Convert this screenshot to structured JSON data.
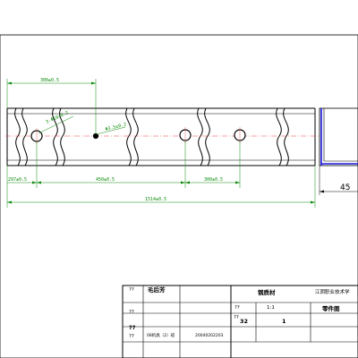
{
  "dimensions": {
    "d_top": "300±0.5",
    "d_dia1": "3-Φ10±0.2",
    "d_dia2": "Φ3.5±0.2",
    "d_left": "297±0.5",
    "d_mid": "450±0.5",
    "d_right": "300±0.5",
    "d_total": "1514±0.5",
    "d_side": "45"
  },
  "title_block": {
    "r1c1": "??",
    "designer": "毛后芳",
    "material": "钢质材",
    "school": "江阴职业技术学",
    "r2c1": "??",
    "r2c3": "??",
    "scale": "1:1",
    "part_drawing": "零件图",
    "r3c1": "??",
    "r3c3": "??",
    "r3c4": "32",
    "quantity": "1",
    "r4c1": "??",
    "class_name": "08机具（2）班",
    "student_id": "20040202203"
  },
  "colors": {
    "dimension": "#0a8a0a",
    "centerline": "#e04040",
    "hidden_edge": "#1a1ae0",
    "outline": "#000000"
  }
}
